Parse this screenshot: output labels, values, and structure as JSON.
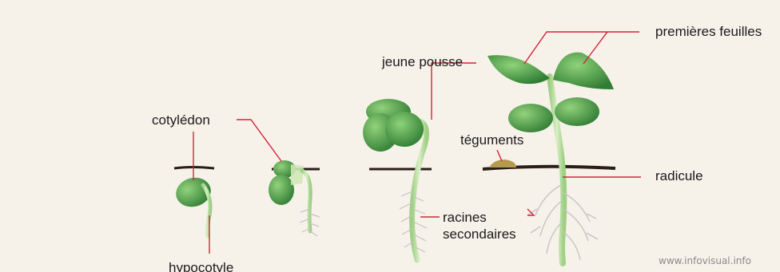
{
  "labels": {
    "cotyledon": "cotylédon",
    "hypocotyl": "hypocotyle",
    "young_shoot": "jeune pousse",
    "seed_coat": "téguments",
    "first_leaves": "premières feuilles",
    "radicle": "radicule",
    "secondary_roots": [
      "racines",
      "secondaires"
    ]
  },
  "credit": "www.infovisual.info",
  "colors": {
    "background": "#f7f2e9",
    "leader_line": "#d6233a",
    "leaf_dark": "#3e8e3a",
    "leaf_light": "#7cc46a",
    "stem": "#b9dd9c",
    "soil": "#2b1d18",
    "root": "#c4c4c4",
    "seed_coat": "#b39a4c"
  },
  "stages": [
    "germination-stage-1",
    "germination-stage-2",
    "germination-stage-3",
    "germination-stage-4"
  ]
}
